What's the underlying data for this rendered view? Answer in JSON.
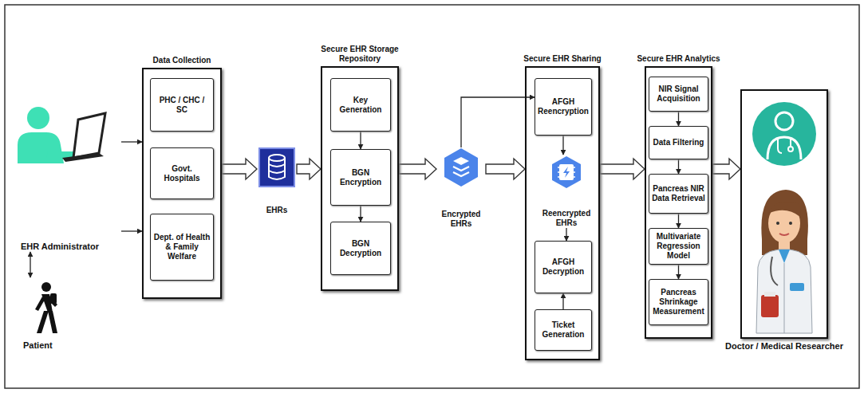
{
  "diagram": {
    "nodes": [
      {
        "text": [
          "EHR Administrator"
        ]
      },
      {
        "text": [
          "Patient"
        ]
      },
      {
        "text": [
          "Data Collection"
        ]
      },
      {
        "text": [
          "PHC / CHC / SC"
        ],
        "in": 2
      },
      {
        "text": [
          "Govt. Hospitals"
        ],
        "in": 2
      },
      {
        "text": [
          "Dept. of Health & Family Welfare"
        ],
        "in": 2
      },
      {
        "text": [
          "EHRs"
        ]
      },
      {
        "text": [
          "Secure EHR Storage Repository"
        ]
      },
      {
        "text": [
          "Key Generation"
        ],
        "in": 7
      },
      {
        "text": [
          "BGN Encryption"
        ],
        "in": 7
      },
      {
        "text": [
          "BGN Decryption"
        ],
        "in": 7
      },
      {
        "text": [
          "Encrypted EHRs"
        ]
      },
      {
        "text": [
          "Secure EHR Sharing"
        ]
      },
      {
        "text": [
          "AFGH Reencryption"
        ],
        "in": 12
      },
      {
        "text": [
          "Reencrypted EHRs"
        ],
        "in": 12
      },
      {
        "text": [
          "AFGH Decryption"
        ],
        "in": 12
      },
      {
        "text": [
          "Ticket Generation"
        ],
        "in": 12
      },
      {
        "text": [
          "Secure EHR Analytics"
        ]
      },
      {
        "text": [
          "NIR Signal Acquisition"
        ],
        "in": 17
      },
      {
        "text": [
          "Data Filtering"
        ],
        "in": 17
      },
      {
        "text": [
          "Pancreas NIR Data Retrieval"
        ],
        "in": 17
      },
      {
        "text": [
          "Multivariate Regression Model"
        ],
        "in": 17
      },
      {
        "text": [
          "Pancreas Shrinkage Measurement"
        ],
        "in": 17
      },
      {
        "text": [
          "Doctor / Medical Researcher"
        ]
      }
    ],
    "edges": [
      {
        "from": 0,
        "to": 2,
        "arrow": "to"
      },
      {
        "from": 0,
        "to": 2,
        "arrow": "to"
      },
      {
        "from": 0,
        "to": 1,
        "arrow": "both"
      },
      {
        "from": 2,
        "to": 6,
        "arrow": "to"
      },
      {
        "from": 6,
        "to": 7,
        "arrow": "to"
      },
      {
        "from": 7,
        "to": 11,
        "arrow": "to"
      },
      {
        "from": 11,
        "to": 12,
        "arrow": "to"
      },
      {
        "from": 12,
        "to": 17,
        "arrow": "to"
      },
      {
        "from": 17,
        "to": 23,
        "arrow": "to"
      },
      {
        "from": 8,
        "to": 9,
        "arrow": "to"
      },
      {
        "from": 9,
        "to": 10,
        "arrow": "to"
      },
      {
        "from": 11,
        "to": 13,
        "arrow": "to"
      },
      {
        "from": 13,
        "to": 14,
        "arrow": "to"
      },
      {
        "from": 14,
        "to": 15,
        "arrow": "to"
      },
      {
        "from": 16,
        "to": 15,
        "arrow": "to"
      },
      {
        "from": 18,
        "to": 19,
        "arrow": "to"
      },
      {
        "from": 19,
        "to": 20,
        "arrow": "to"
      },
      {
        "from": 20,
        "to": 21,
        "arrow": "to"
      },
      {
        "from": 21,
        "to": 22,
        "arrow": "to"
      }
    ]
  }
}
